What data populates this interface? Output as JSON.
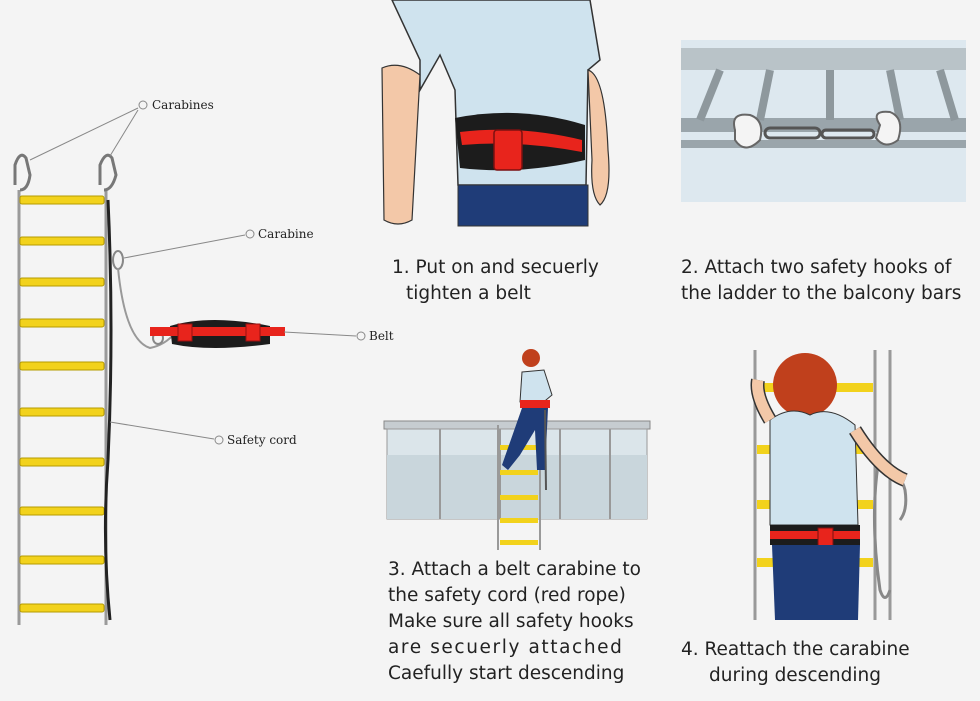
{
  "callouts": {
    "carabines": "Carabines",
    "carabine": "Carabine",
    "belt": "Belt",
    "safety_cord": "Safety cord"
  },
  "steps": [
    {
      "lines": [
        "1. Put on and secuerly",
        "tighten a belt"
      ]
    },
    {
      "lines": [
        "2. Attach two safety hooks of",
        "the ladder to the balcony bars"
      ]
    },
    {
      "lines": [
        "3. Attach a belt carabine to",
        "the safety cord (red rope)",
        "Make sure all safety hooks",
        "are secuerly attached",
        "Caefully start descending"
      ]
    },
    {
      "lines": [
        "4.  Reattach the carabine",
        "during descending"
      ]
    }
  ],
  "colors": {
    "rung": "#f2d21c",
    "belt_red": "#e8241c",
    "belt_black": "#1c1c1c",
    "shirt": "#cfe3ee",
    "trousers": "#1f3c78",
    "skin": "#f3c8a8",
    "hair": "#c0401c",
    "background": "#f4f4f4"
  }
}
